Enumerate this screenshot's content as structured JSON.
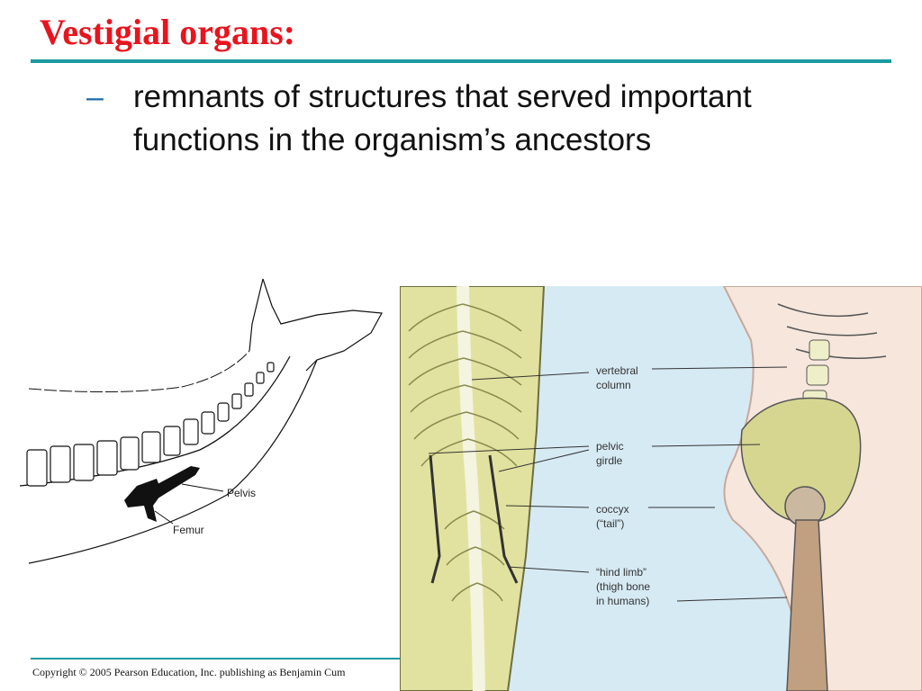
{
  "slide": {
    "title": "Vestigial organs:",
    "bullet_marker": "–",
    "bullet_lines": [
      "remnants of structures that served important",
      "functions in the organism’s ancestors"
    ],
    "copyright": "Copyright © 2005 Pearson Education, Inc. publishing as Benjamin Cum"
  },
  "whale_diagram": {
    "labels": {
      "pelvis": "Pelvis",
      "femur": "Femur"
    }
  },
  "human_figure": {
    "labels": {
      "vertebral_1": "vertebral",
      "vertebral_2": "column",
      "pelvic_1": "pelvic",
      "pelvic_2": "girdle",
      "coccyx_1": "coccyx",
      "coccyx_2": "(“tail”)",
      "hind_1": "“hind limb”",
      "hind_2": "(thigh bone",
      "hind_3": "in humans)"
    }
  },
  "colors": {
    "title": "#e8141e",
    "rule": "#1a9aa0",
    "dash": "#1a6aa8",
    "background_blue": "#d6eaf4",
    "bone": "#e6e6a8",
    "skin": "#f6e6dc"
  }
}
